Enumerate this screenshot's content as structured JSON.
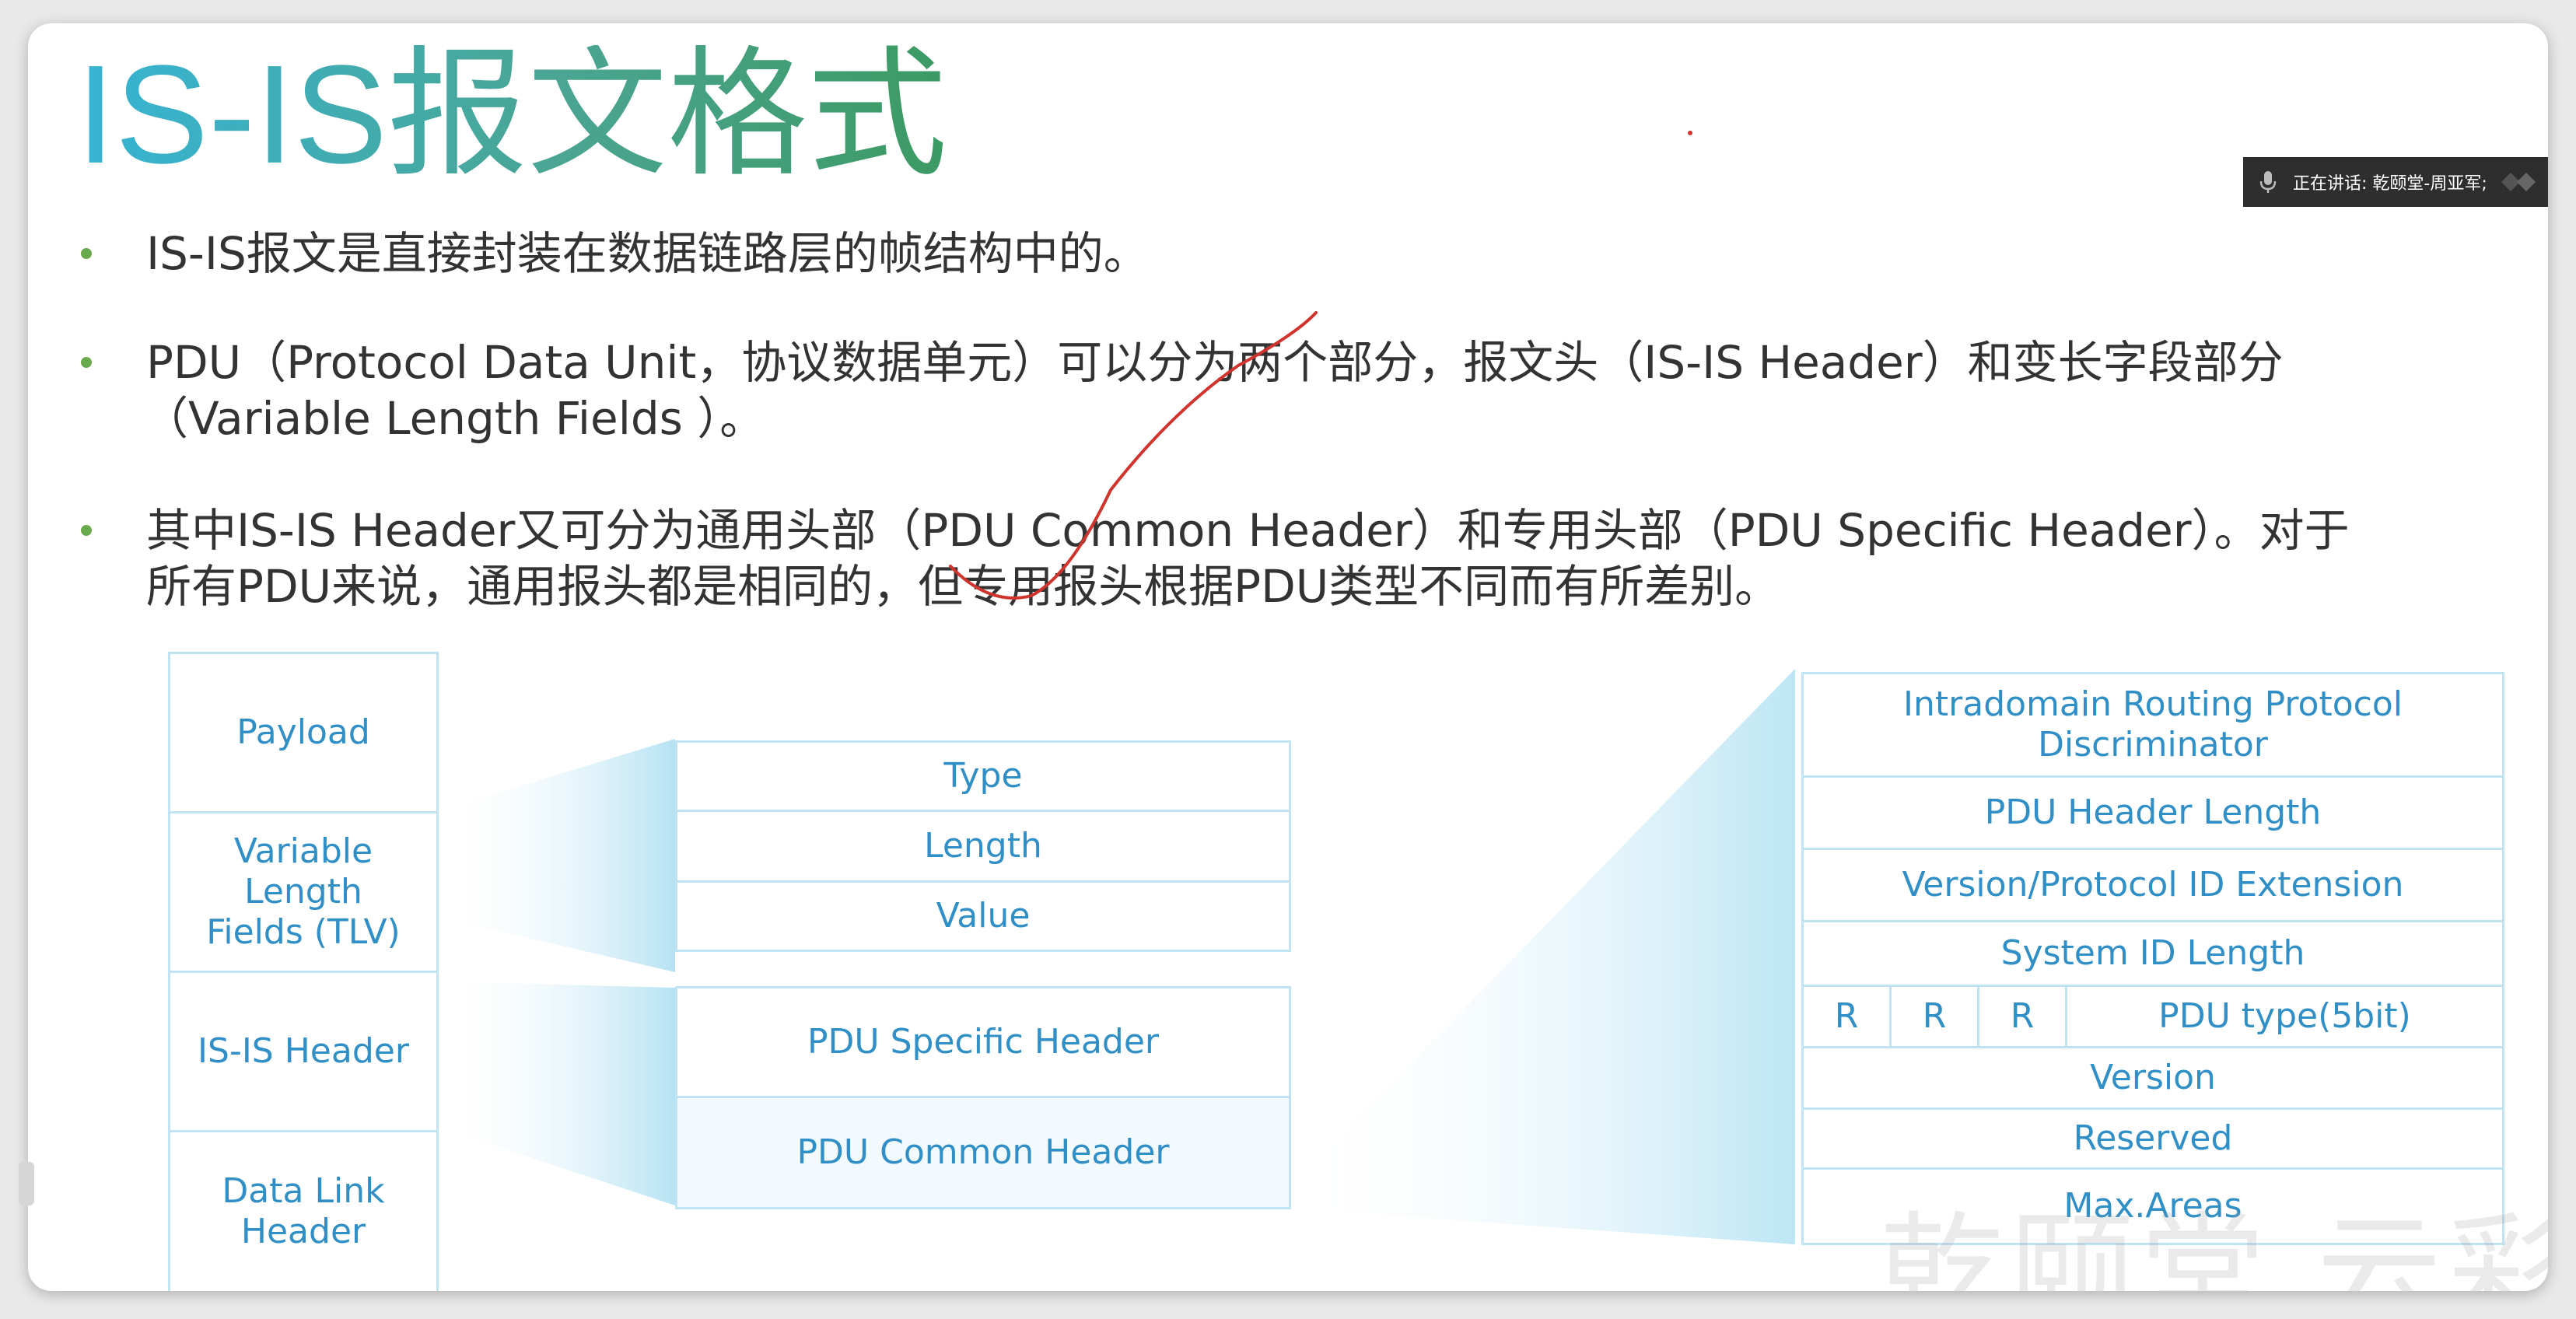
{
  "title": "IS-IS报文格式",
  "bullets": [
    "IS-IS报文是直接封装在数据链路层的帧结构中的。",
    "PDU（Protocol Data Unit，协议数据单元）可以分为两个部分，报文头（IS-IS Header）和变长字段部分",
    "（Variable Length Fields ）。",
    "其中IS-IS Header又可分为通用头部（PDU Common Header）和专用头部（PDU Specific Header）。对于",
    "所有PDU来说，通用报头都是相同的，但专用报头根据PDU类型不同而有所差别。"
  ],
  "speaker": {
    "icon": "mic-icon",
    "label": "正在讲话: 乾颐堂-周亚军;"
  },
  "diagram": {
    "stack": [
      "Payload",
      "Variable Length\nFields (TLV)",
      "IS-IS Header",
      "Data Link\nHeader"
    ],
    "tlv": [
      "Type",
      "Length",
      "Value"
    ],
    "header": [
      "PDU Specific Header",
      "PDU Common Header"
    ],
    "common_header_fields": [
      "Intradomain Routing Protocol\nDiscriminator",
      "PDU Header Length",
      "Version/Protocol ID Extension",
      "System ID Length",
      "PDU type(5bit)",
      "Version",
      "Reserved",
      "Max.Areas"
    ],
    "reserved_bits": [
      "R",
      "R",
      "R"
    ]
  },
  "watermark": "乾颐堂 云彩",
  "colors": {
    "title_gradient": [
      "#36b4d4",
      "#3c9a62"
    ],
    "bullet": "#6aaa4e",
    "diagram_text": "#2f8fc6",
    "annotation": "#d0342c"
  }
}
